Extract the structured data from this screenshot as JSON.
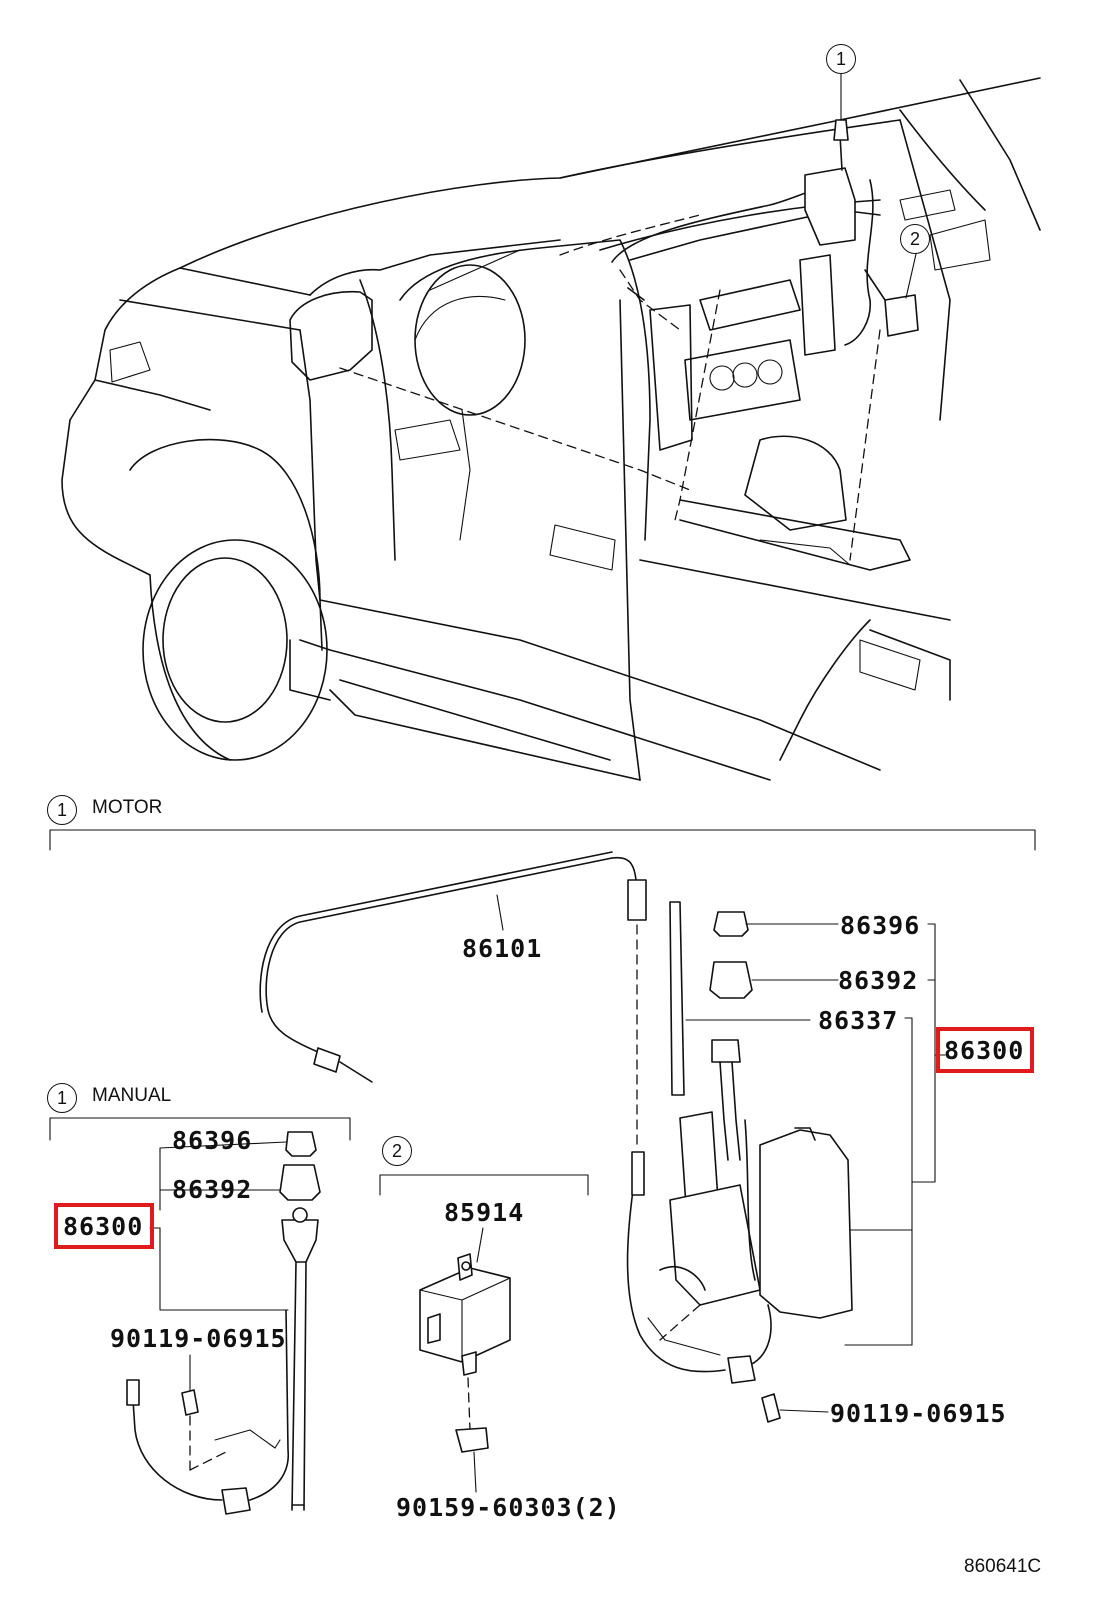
{
  "callouts": {
    "motor": "1",
    "control": "2"
  },
  "sections": {
    "motor": {
      "num": "1",
      "title": "MOTOR"
    },
    "manual": {
      "num": "1",
      "title": "MANUAL"
    },
    "control": {
      "num": "2"
    }
  },
  "parts": {
    "motor_cord": "86101",
    "motor_cushion": "86396",
    "motor_nut": "86392",
    "motor_rod": "86337",
    "motor_assy": "86300",
    "motor_screw": "90119-06915",
    "manual_cushion": "86396",
    "manual_nut": "86392",
    "manual_assy": "86300",
    "manual_screw": "90119-06915",
    "relay": "85914",
    "relay_screw": "90159-60303(2)"
  },
  "highlight_color": "#e01b1b",
  "diagram_code": "860641C"
}
